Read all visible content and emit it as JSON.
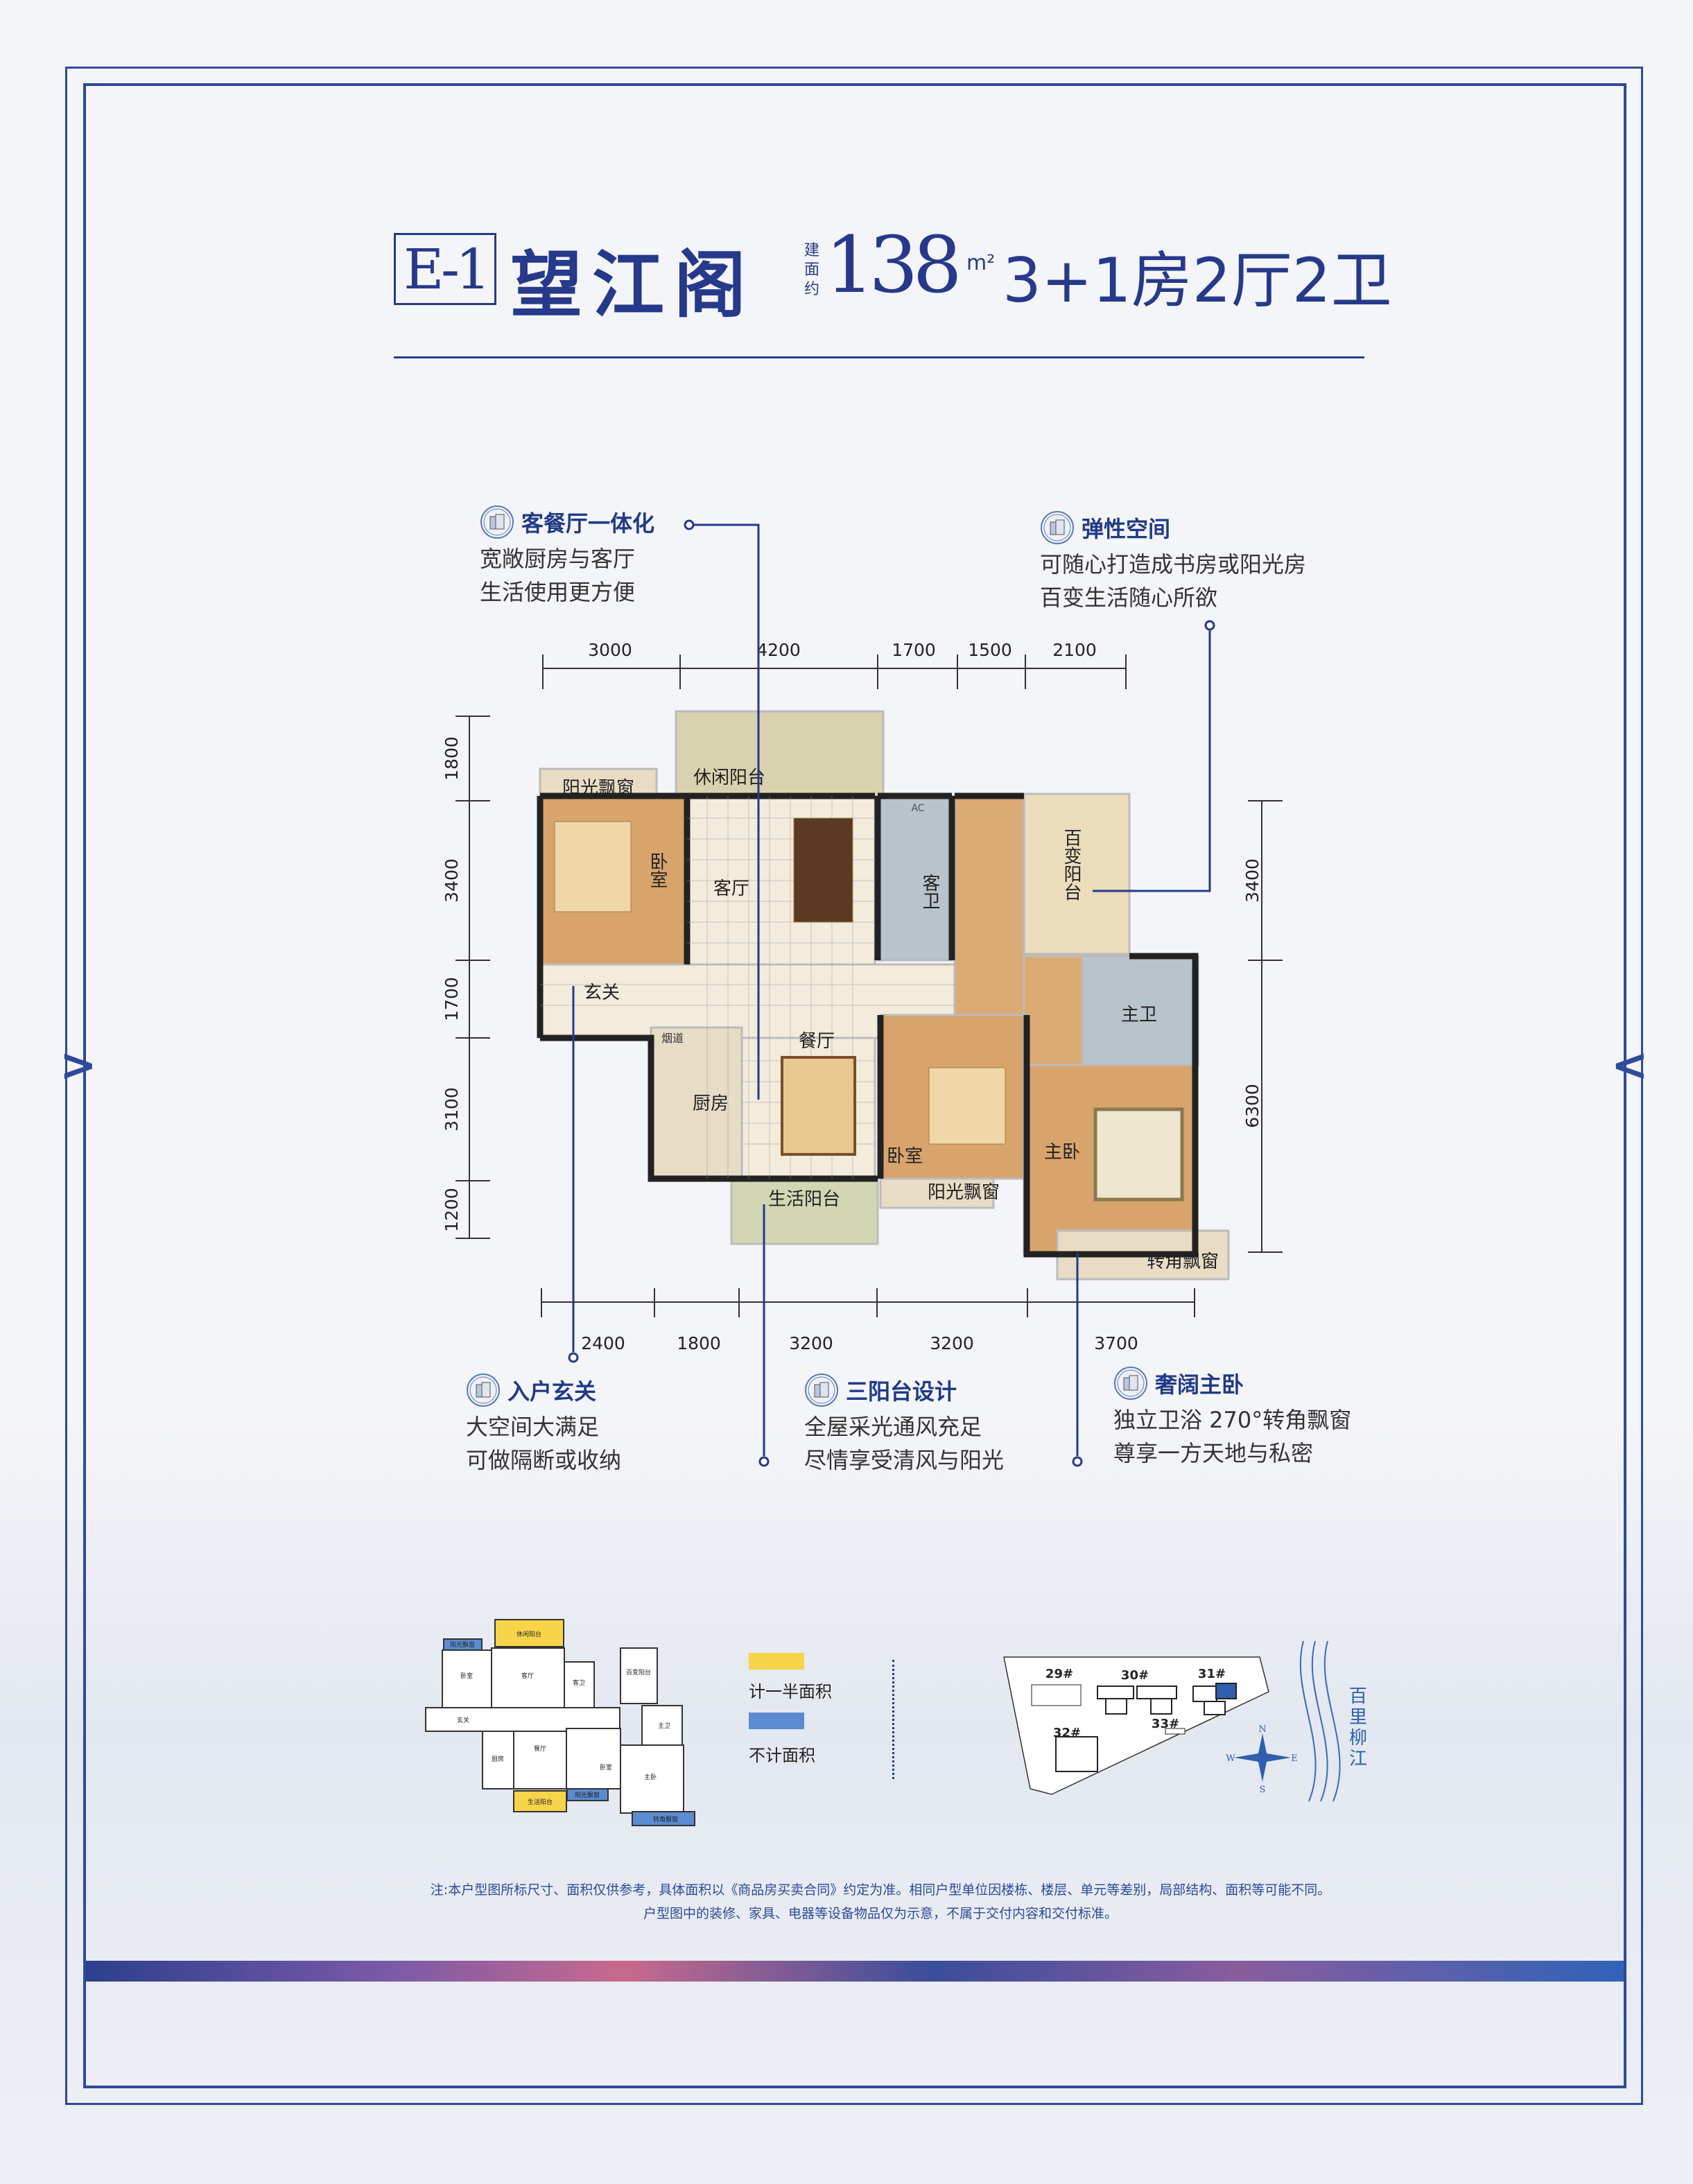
{
  "header": {
    "code": "E-1",
    "name": "望江阁",
    "area_prefix": "建面约",
    "area": "138",
    "area_unit": "m²",
    "layout": "3+1房2厅2卫"
  },
  "colors": {
    "brand": "#26398a",
    "half_area": "#f8d44a",
    "no_area": "#5b8bd0"
  },
  "floorplan": {
    "top_dims": [
      "3000",
      "4200",
      "1700",
      "1500",
      "2100"
    ],
    "left_dims": [
      "1800",
      "3400",
      "1700",
      "3100",
      "1200"
    ],
    "right_dims": [
      "3400",
      "6300"
    ],
    "bottom_dims": [
      "2400",
      "1800",
      "3200",
      "3200",
      "3700"
    ],
    "rooms": {
      "bay_left": "阳光飘窗",
      "leisure_balcony": "休闲阳台",
      "bedroom_left": "卧室",
      "living": "客厅",
      "guest_bath": "客卫",
      "ac": "AC",
      "flex_balcony": "百变阳台",
      "foyer": "玄关",
      "flue": "烟道",
      "kitchen": "厨房",
      "dining": "餐厅",
      "utility_balcony": "生活阳台",
      "bedroom_mid": "卧室",
      "bay_mid": "阳光飘窗",
      "master_bath": "主卫",
      "master_bed": "主卧",
      "corner_bay": "转角飘窗"
    }
  },
  "callouts": [
    {
      "title": "客餐厅一体化",
      "lines": [
        "宽敞厨房与客厅",
        "生活使用更方便"
      ],
      "icon": "building-icon"
    },
    {
      "title": "弹性空间",
      "lines": [
        "可随心打造成书房或阳光房",
        "百变生活随心所欲"
      ],
      "icon": "building-icon"
    },
    {
      "title": "入户玄关",
      "lines": [
        "大空间大满足",
        "可做隔断或收纳"
      ],
      "icon": "building-icon"
    },
    {
      "title": "三阳台设计",
      "lines": [
        "全屋采光通风充足",
        "尽情享受清风与阳光"
      ],
      "icon": "building-icon"
    },
    {
      "title": "奢阔主卧",
      "lines": [
        "独立卫浴 270°转角飘窗",
        "尊享一方天地与私密"
      ],
      "icon": "building-icon"
    }
  ],
  "legend": {
    "half": "计一半面积",
    "none": "不计面积"
  },
  "site_map": {
    "buildings": [
      "29#",
      "30#",
      "31#",
      "32#",
      "33#"
    ],
    "compass": {
      "n": "N",
      "s": "S",
      "e": "E",
      "w": "W"
    },
    "river": "百里柳江"
  },
  "note": {
    "line1": "注:本户型图所标尺寸、面积仅供参考，具体面积以《商品房买卖合同》约定为准。相同户型单位因楼栋、楼层、单元等差别，局部结构、面积等可能不同。",
    "line2": "户型图中的装修、家具、电器等设备物品仅为示意，不属于交付内容和交付标准。"
  }
}
